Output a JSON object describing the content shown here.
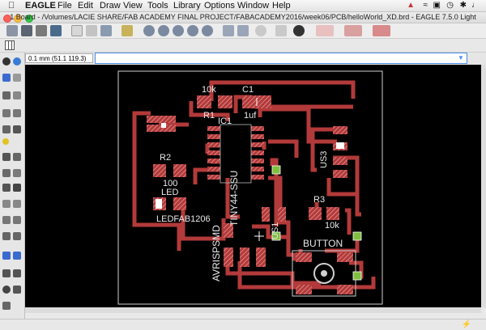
{
  "menubar": {
    "app_name": "EAGLE",
    "items": [
      "File",
      "Edit",
      "Draw",
      "View",
      "Tools",
      "Library",
      "Options",
      "Window",
      "Help"
    ]
  },
  "window": {
    "title": "1 Board - /Volumes/LACIE SHARE/FAB ACADEMY FINAL PROJECT/FABACADEMY2016/week06/PCB/helloWorld_XD.brd - EAGLE 7.5.0 Light"
  },
  "coordinate_display": "0.1 mm (51.1 119.3)",
  "command_line": {
    "value": ""
  },
  "board": {
    "labels": {
      "r1_value": "10k",
      "c1_name": "C1",
      "c1_value": "1uf",
      "r1_name": "R1",
      "ic1_name": "IC1",
      "ic1_value": "TINY44-SSU",
      "us3": "US3",
      "r2_name": "R2",
      "r2_value": "100",
      "led_name": "LED",
      "led_value": "LEDFAB1206",
      "r3_name": "R3",
      "r3_value": "10k",
      "us1": "US1",
      "avr": "AVRISPSMD",
      "button": "BUTTON"
    }
  },
  "colors": {
    "canvas": "#000000",
    "trace": "#b33a3a",
    "pad": "#b33a3a",
    "pad_hatch": "#e8a0a0",
    "outline": "#c8c8c8",
    "via": "#7fbf3f",
    "toolbar_bg": "#ededed"
  }
}
